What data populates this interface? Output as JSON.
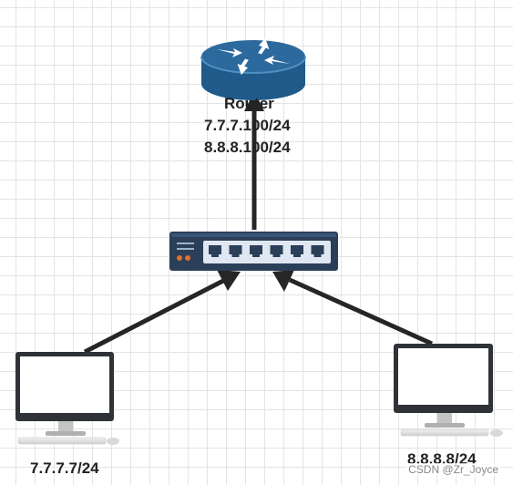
{
  "router": {
    "name": "Router",
    "ip_lines": [
      "7.7.7.100/24",
      "8.8.8.100/24"
    ]
  },
  "switch": {
    "port_count": 6
  },
  "hosts": {
    "left": {
      "ip": "7.7.7.7/24"
    },
    "right": {
      "ip": "8.8.8.8/24"
    }
  },
  "watermark": "CSDN @Zr_Joyce",
  "colors": {
    "router_blue": "#2c6a9e",
    "switch_navy": "#2b3f58",
    "switch_led": "#e2712b",
    "monitor_frame": "#2f3338",
    "arrow": "#262626"
  }
}
